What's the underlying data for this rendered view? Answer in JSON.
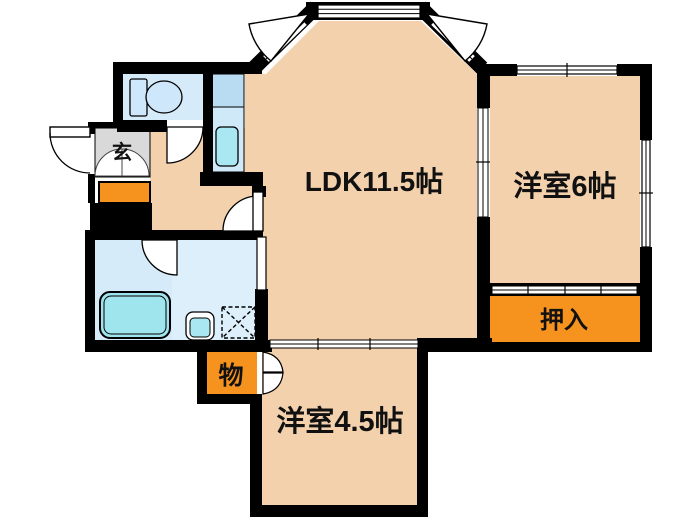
{
  "diagram_type": "apartment-floor-plan",
  "labels": {
    "ldk": "LDK11.5帖",
    "western_room_6": "洋室6帖",
    "western_room_4_5": "洋室4.5帖",
    "oshiire_closet": "押入",
    "storage": "物",
    "entrance": "玄"
  },
  "fixtures": [
    "toilet-icon",
    "kitchen-counter-with-sink",
    "washbasin-icon",
    "washing-machine-space-icon",
    "bathtub-icon",
    "shoe-cabinet",
    "entrance-step-scallop",
    "hinged-door-swing-arcs",
    "sliding-doors",
    "bay-casement-windows"
  ],
  "colors": {
    "floor_peach": "#f3d1ac",
    "water_room_blue": "#d6ebf9",
    "washroom_blue": "#dceffb",
    "kitchen_counter_blue": "#b9dcf2",
    "kitchen_lower_blue": "#cfe9f8",
    "basin_cyan": "#a9e7f2",
    "bathtub_cyan": "#9fe5ee",
    "fixture_blue": "#cfe7fa",
    "closet_orange": "#f6921e",
    "entrance_gray": "#d9d9d9",
    "wall_black": "#000000",
    "background": "#ffffff"
  }
}
